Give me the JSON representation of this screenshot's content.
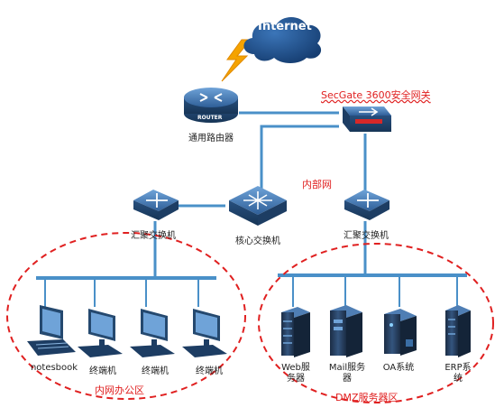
{
  "internet": {
    "label": "Internet"
  },
  "router": {
    "badge": "ROUTER",
    "label": "通用路由器"
  },
  "firewall": {
    "label": "SecGate 3600安全网关"
  },
  "inner_net": {
    "label": "内部网"
  },
  "switches": {
    "agg_left": "汇聚交换机",
    "core": "核心交换机",
    "agg_right": "汇聚交换机"
  },
  "office": {
    "zone_label": "内网办公区",
    "devices": [
      "notesbook",
      "终端机",
      "终端机",
      "终端机"
    ]
  },
  "dmz": {
    "zone_label": "DMZ服务器区",
    "servers": [
      {
        "line1": "Web服",
        "line2": "务器"
      },
      {
        "line1": "Mail服务",
        "line2": "器"
      },
      {
        "line1": "OA系统",
        "line2": ""
      },
      {
        "line1": "ERP系",
        "line2": "统"
      }
    ]
  },
  "colors": {
    "link": "#4a90c8",
    "zone_border": "#e02020",
    "device_blue": "#3a6ea5",
    "cloud": "#1f4f8c"
  }
}
